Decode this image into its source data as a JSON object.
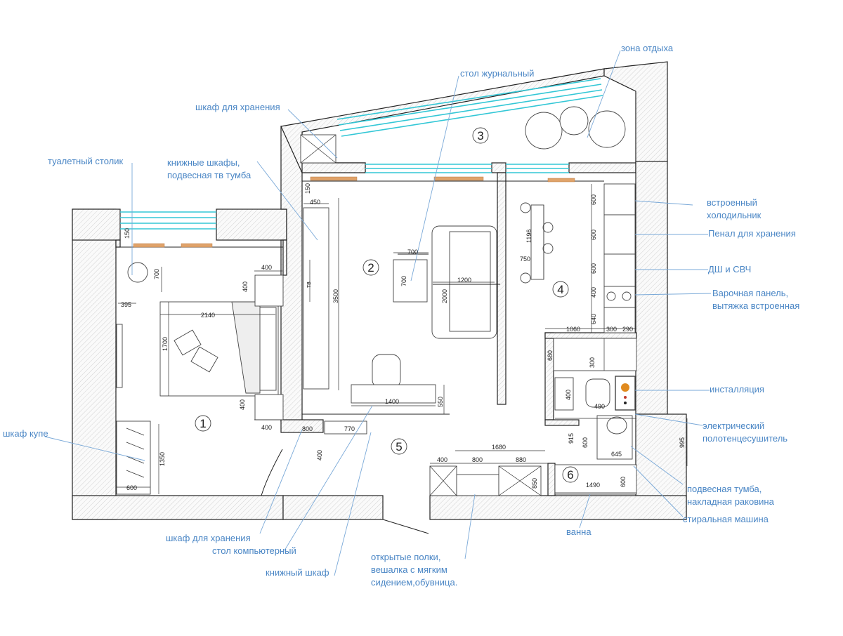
{
  "plan": {
    "rooms": [
      "1",
      "2",
      "3",
      "4",
      "5",
      "6"
    ],
    "labels": {
      "zona_otdykha": "зона отдыха",
      "stol_zhurnalny": "стол журнальный",
      "shkaf_hranenia_top": "шкаф для хранения",
      "knizhnye_1": "книжные шкафы,",
      "knizhnye_2": "подвесная тв тумба",
      "tualetny": "туалетный столик",
      "holod_1": "встроенный",
      "holod_2": "холодильник",
      "penal": "Пенал для хранения",
      "dsh": "ДШ и СВЧ",
      "varochnaya_1": "Варочная панель,",
      "varochnaya_2": "вытяжка встроенная",
      "installyatsiya": "инсталляция",
      "polotentse_1": "электрический",
      "polotentse_2": "полотенцесушитель",
      "shkaf_kupe": "шкаф купе",
      "tumba_1": "подвесная тумба,",
      "tumba_2": "накладная раковина",
      "stiralnaya": "стиральная машина",
      "vanna": "ванна",
      "shkaf_hranenia_bottom": "шкаф для хранения",
      "stol_komp": "стол компьютерный",
      "knizhny_shkaf": "книжный шкаф",
      "polki_1": "открытые полки,",
      "polki_2": "вешалка с мягким",
      "polki_3": "сидением,обувница."
    },
    "dims": {
      "d150a": "150",
      "d450": "450",
      "d3500": "3500",
      "d700a": "700",
      "d700b": "700",
      "d1200": "1200",
      "d2000": "2000",
      "d1400": "1400",
      "d550": "550",
      "d150b": "150",
      "d700c": "700",
      "d395": "395",
      "d400a": "400",
      "d400b": "400",
      "d2140": "2140",
      "d1700": "1700",
      "d400c": "400",
      "d400d": "400",
      "d1350": "1350",
      "d600a": "600",
      "d800a": "800",
      "d770": "770",
      "d400e": "400",
      "d1196": "1196",
      "d750": "750",
      "d600b": "600",
      "d600c": "600",
      "d600d": "600",
      "d400f": "400",
      "d640": "640",
      "d1060": "1060",
      "d300a": "300",
      "d290": "290",
      "d680": "680",
      "d300b": "300",
      "d400g": "400",
      "d490": "490",
      "d915": "915",
      "d600e": "600",
      "d645": "645",
      "d995": "995",
      "d1680": "1680",
      "d400h": "400",
      "d800b": "800",
      "d880": "880",
      "d850": "850",
      "d1490": "1490",
      "d600f": "600",
      "tv_mark": "тв"
    },
    "colors": {
      "window": "#33c7d6",
      "label": "#4a86c5",
      "shelf": "#e0a36a",
      "installation": "#e08a1e"
    }
  }
}
